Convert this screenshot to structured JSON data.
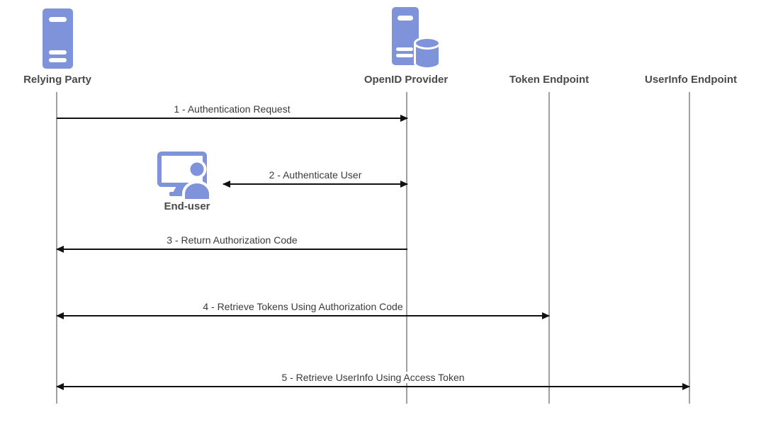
{
  "diagram": {
    "type": "sequence-diagram",
    "background": "#ffffff",
    "colors": {
      "icon_blue": "#7E93D9",
      "actor_label_text": "#4a4a4a",
      "message_text": "#3a3a3a",
      "lifeline_gray": "#a0a0a0",
      "arrow_black": "#111111"
    },
    "actors": [
      {
        "id": "relying-party",
        "label": "Relying Party",
        "icon": "server-icon"
      },
      {
        "id": "openid-provider",
        "label": "OpenID Provider",
        "icon": "server-database-icon"
      },
      {
        "id": "token-endpoint",
        "label": "Token Endpoint",
        "icon": "none"
      },
      {
        "id": "userinfo-endpoint",
        "label": "UserInfo Endpoint",
        "icon": "none"
      }
    ],
    "end_user": {
      "label": "End-user",
      "icon": "user-at-computer-icon"
    },
    "messages": [
      {
        "label": "1 - Authentication Request",
        "from": "Relying Party",
        "to": "OpenID Provider",
        "direction": "right"
      },
      {
        "label": "2 - Authenticate User",
        "from": "End-user",
        "to": "OpenID Provider",
        "direction": "both"
      },
      {
        "label": "3 - Return Authorization Code",
        "from": "OpenID Provider",
        "to": "Relying Party",
        "direction": "left"
      },
      {
        "label": "4 - Retrieve Tokens Using Authorization Code",
        "from": "Relying Party",
        "to": "Token Endpoint",
        "direction": "both"
      },
      {
        "label": "5 - Retrieve UserInfo Using Access Token",
        "from": "Relying Party",
        "to": "UserInfo Endpoint",
        "direction": "both"
      }
    ]
  }
}
